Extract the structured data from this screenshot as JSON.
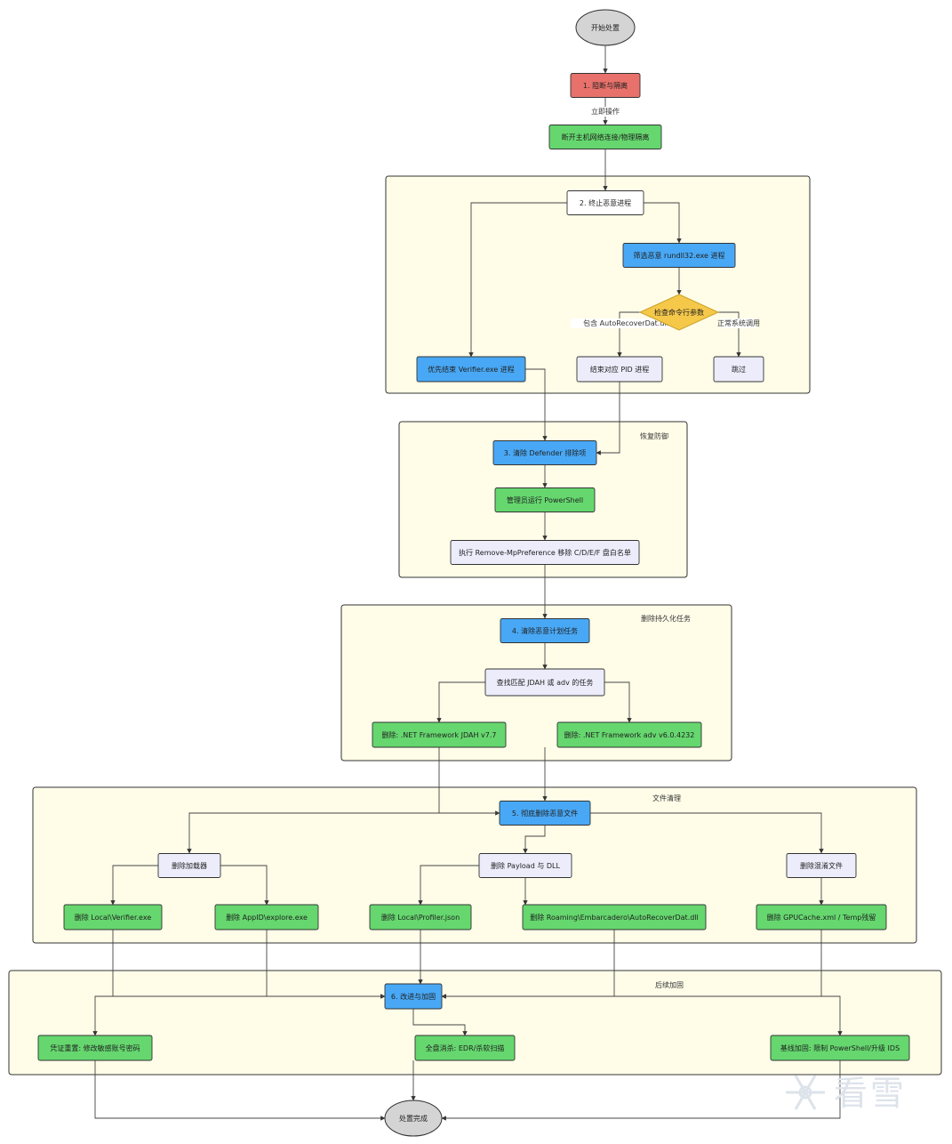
{
  "colors": {
    "red": "#e8716b",
    "green": "#65d76e",
    "blue": "#48a8f5",
    "lavender": "#ececfb",
    "white": "#ffffff",
    "diamond": "#f5c84a",
    "terminal": "#d4d4d4",
    "cluster_fill": "#fffde8"
  },
  "clusters": {
    "kill": {
      "label": ""
    },
    "defender": {
      "label": "恢复防御"
    },
    "tasks": {
      "label": "删除持久化任务"
    },
    "files": {
      "label": "文件清理"
    },
    "harden": {
      "label": "后续加固"
    }
  },
  "nodes": {
    "start": {
      "label": "开始处置"
    },
    "step1": {
      "label": "1. 阻断与隔离"
    },
    "disconnect": {
      "label": "断开主机网络连接/物理隔离"
    },
    "step2": {
      "label": "2. 终止恶意进程"
    },
    "filter_rundll": {
      "label": "筛选恶意 rundll32.exe 进程"
    },
    "check_args": {
      "label": "检查命令行参数"
    },
    "kill_verifier": {
      "label": "优先结束 Verifier.exe 进程"
    },
    "kill_pid": {
      "label": "结束对应 PID 进程"
    },
    "skip": {
      "label": "跳过"
    },
    "step3": {
      "label": "3. 清除 Defender 排除项"
    },
    "admin_ps": {
      "label": "管理员运行 PowerShell"
    },
    "remove_mp": {
      "label": "执行 Remove-MpPreference 移除 C/D/E/F 盘白名单"
    },
    "step4": {
      "label": "4. 清除恶意计划任务"
    },
    "find_tasks": {
      "label": "查找匹配 JDAH 或 adv 的任务"
    },
    "del_jdah": {
      "label": "删除: .NET Framework JDAH v7.7"
    },
    "del_adv": {
      "label": "删除: .NET Framework adv v6.0.4232"
    },
    "step5": {
      "label": "5. 彻底删除恶意文件"
    },
    "del_loader": {
      "label": "删除加载器"
    },
    "del_payload": {
      "label": "删除 Payload 与 DLL"
    },
    "del_obf": {
      "label": "删除混淆文件"
    },
    "del_verifier_exe": {
      "label": "删除 Local\\Verifier.exe"
    },
    "del_explore": {
      "label": "删除 AppID\\explore.exe"
    },
    "del_profiler": {
      "label": "删除 Local\\Profiler.json"
    },
    "del_autorecover": {
      "label": "删除 Roaming\\Embarcadero\\AutoRecoverDat.dll"
    },
    "del_gpucache": {
      "label": "删除 GPUCache.xml / Temp残留"
    },
    "step6": {
      "label": "6. 改进与加固"
    },
    "reset_creds": {
      "label": "凭证重置: 修改敏感账号密码"
    },
    "full_scan": {
      "label": "全盘消杀: EDR/杀软扫描"
    },
    "baseline": {
      "label": "基线加固: 限制 PowerShell/升级 IDS"
    },
    "done": {
      "label": "处置完成"
    }
  },
  "edge_labels": {
    "immediate": "立即操作",
    "contains": "包含 AutoRecoverDat.dll",
    "normal_call": "正常系统调用"
  },
  "watermark": {
    "text": "看雪",
    "icon": "snowflake-icon"
  }
}
